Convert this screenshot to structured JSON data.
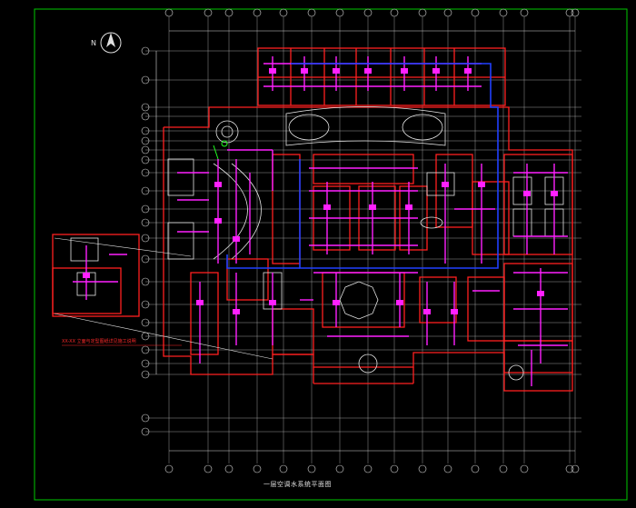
{
  "drawing": {
    "title": "一层空调水系统平面图",
    "note": "XX-XX 立面与定型图纸详见施工说明"
  },
  "colors": {
    "background": "#000000",
    "frame": "#00c800",
    "grid": "#d9d9d9",
    "walls": "#ff2020",
    "pipes_supply": "#ff20ff",
    "pipes_main": "#2040ff",
    "fixtures": "#f0f0f0",
    "accent_green": "#20ff20"
  },
  "compass": {
    "label": "N"
  }
}
